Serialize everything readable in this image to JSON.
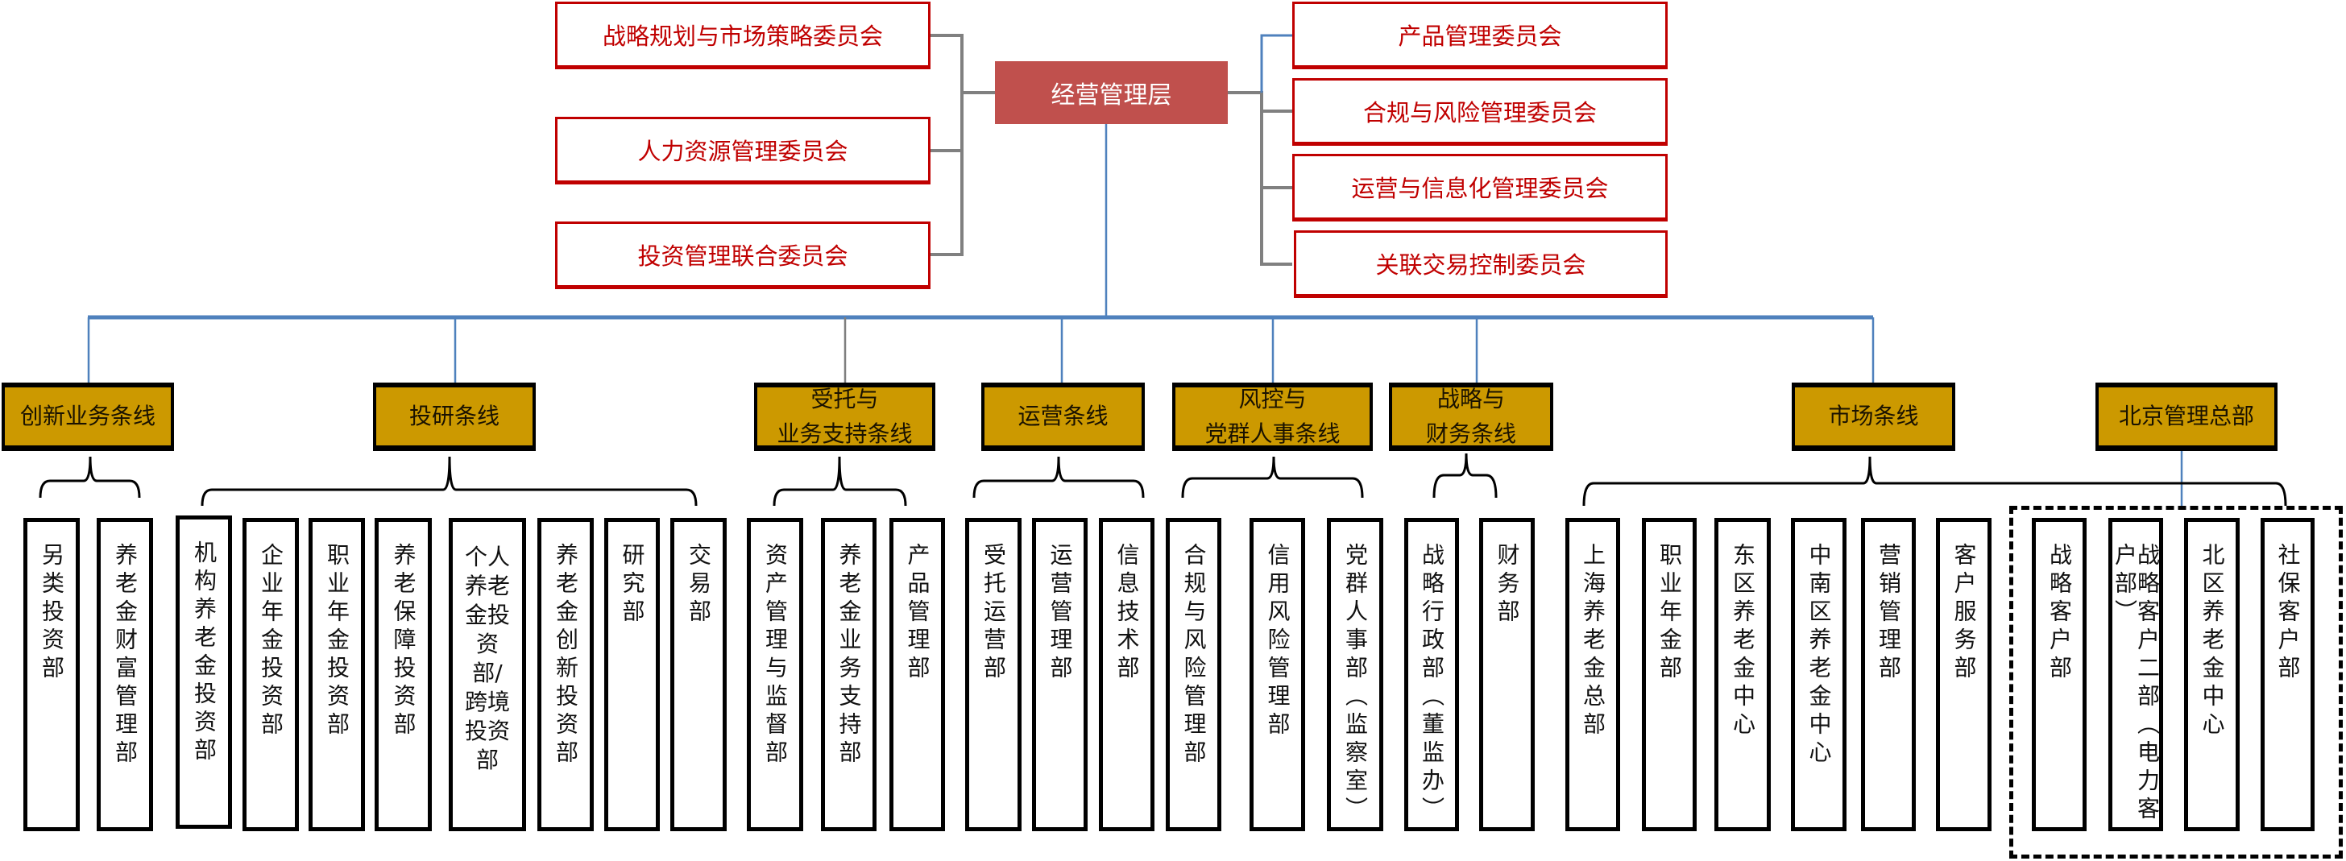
{
  "executive": {
    "label": "经营管理层",
    "color": "#c0504d"
  },
  "committees_left": [
    {
      "label": "战略规划与市场策略委员会"
    },
    {
      "label": "人力资源管理委员会"
    },
    {
      "label": "投资管理联合委员会"
    }
  ],
  "committees_right": [
    {
      "label": "产品管理委员会"
    },
    {
      "label": "合规与风险管理委员会"
    },
    {
      "label": "运营与信息化管理委员会"
    },
    {
      "label": "关联交易控制委员会"
    }
  ],
  "colors": {
    "committee": "#c00000",
    "line_box": "#cc9900",
    "connector": "#4f81bd"
  },
  "lines": [
    {
      "label_lines": [
        "创新业务条线"
      ],
      "departments": [
        "另类投资部",
        "养老金财富管理部"
      ]
    },
    {
      "label_lines": [
        "投研条线"
      ],
      "departments": [
        "机构养老金投资部",
        "企业年金投资部",
        "职业年金投资部",
        "养老保障投资部",
        "个人养老金投资部/跨境投资部",
        "养老金创新投资部",
        "研究部",
        "交易部"
      ]
    },
    {
      "label_lines": [
        "受托与",
        "业务支持条线"
      ],
      "departments": [
        "资产管理与监督部",
        "养老金业务支持部",
        "产品管理部"
      ]
    },
    {
      "label_lines": [
        "运营条线"
      ],
      "departments": [
        "受托运营部",
        "运营管理部",
        "信息技术部"
      ]
    },
    {
      "label_lines": [
        "风控与",
        "党群人事条线"
      ],
      "departments": [
        "合规与风险管理部",
        "信用风险管理部",
        "党群人事部（监察室）"
      ]
    },
    {
      "label_lines": [
        "战略与",
        "财务条线"
      ],
      "departments": [
        "战略行政部（董监办）",
        "财务部"
      ]
    },
    {
      "label_lines": [
        "市场条线"
      ],
      "departments": [
        "上海养老金总部",
        "职业年金部",
        "东区养老金中心",
        "中南区养老金中心",
        "营销管理部",
        "客户服务部"
      ]
    },
    {
      "label_lines": [
        "北京管理总部"
      ],
      "departments": [
        "战略客户部",
        "战略客户二部（电力客户部）",
        "北区养老金中心",
        "社保客户部"
      ]
    }
  ]
}
